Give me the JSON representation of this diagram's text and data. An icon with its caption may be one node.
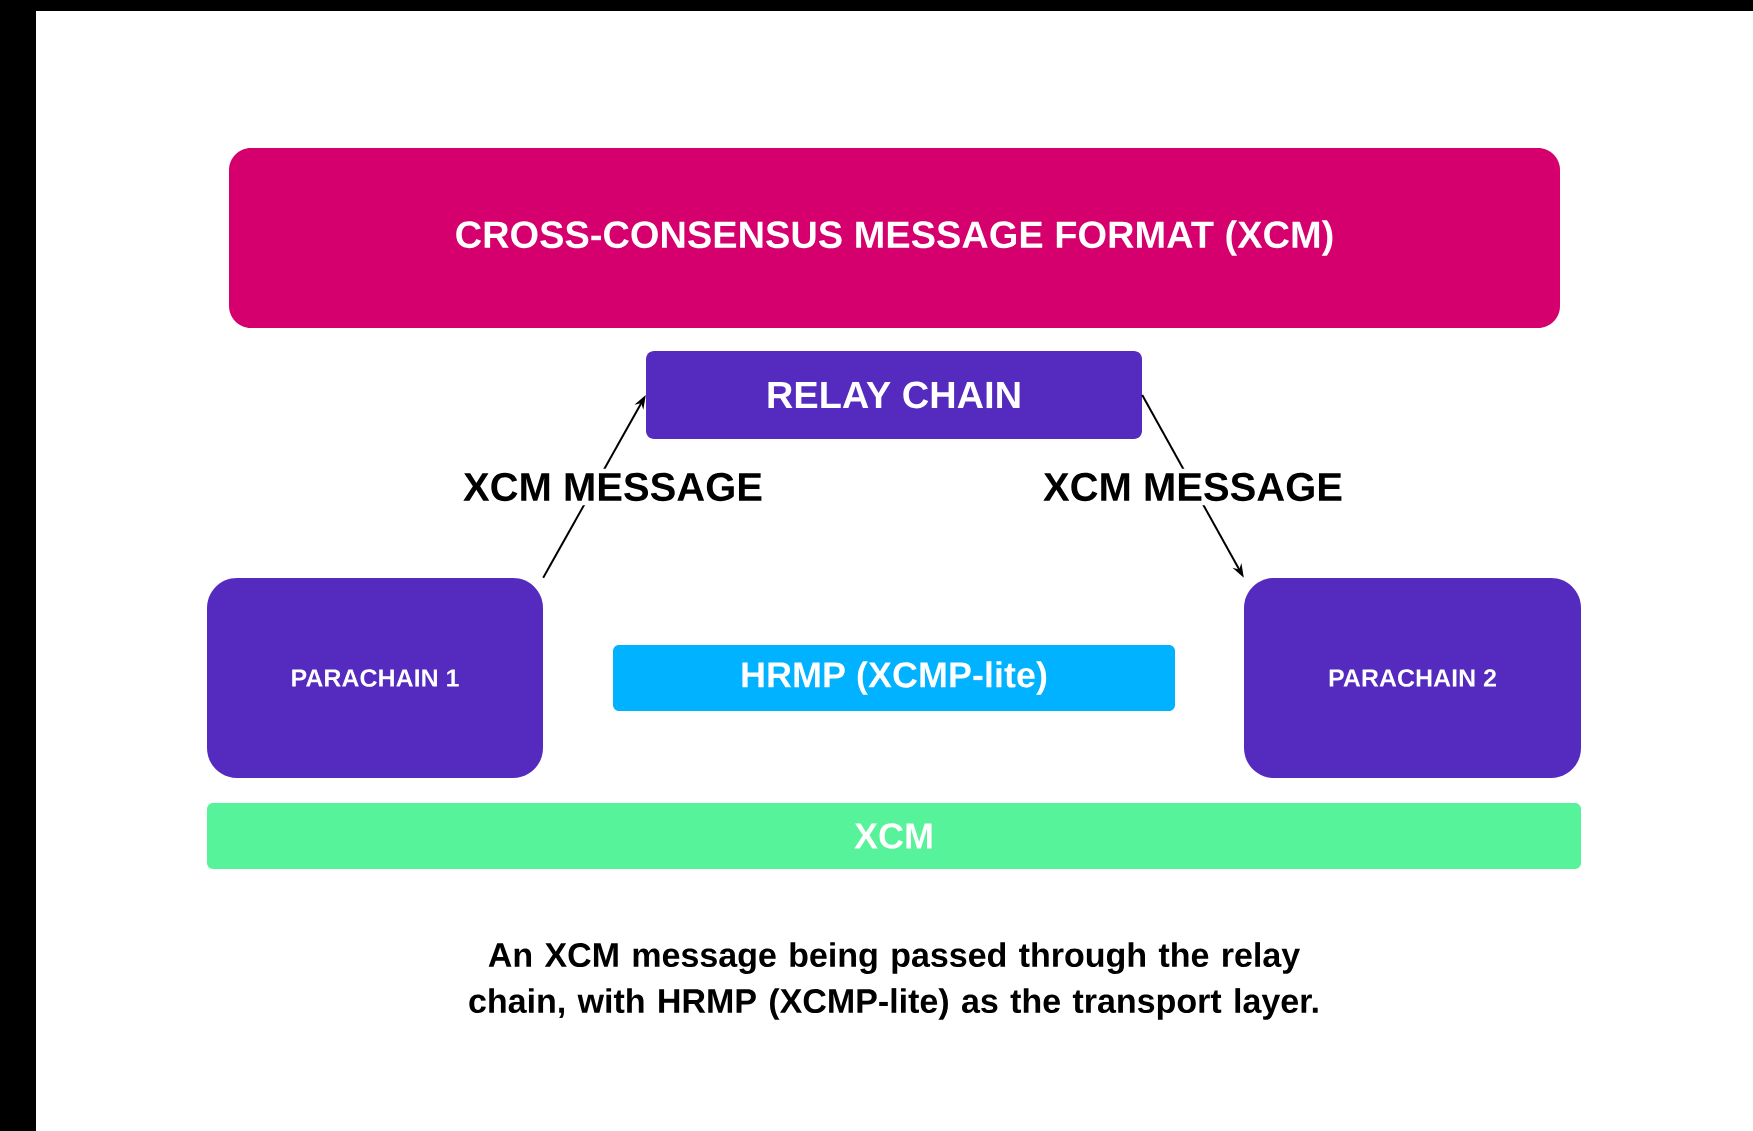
{
  "diagram": {
    "caption": "An XCM message being passed through the relay chain, with HRMP (XCMP-lite) as the transport layer.",
    "nodes": [
      {
        "text": [
          "CROSS-CONSENSUS MESSAGE FORMAT (XCM)"
        ]
      },
      {
        "text": [
          "RELAY CHAIN"
        ]
      },
      {
        "text": [
          "PARACHAIN 1"
        ]
      },
      {
        "text": [
          "HRMP (XCMP-lite)"
        ]
      },
      {
        "text": [
          "PARACHAIN 2"
        ]
      },
      {
        "text": [
          "XCM"
        ]
      }
    ],
    "edges": [
      {
        "from": 2,
        "to": 1,
        "arrow": "to",
        "label": "XCM MESSAGE"
      },
      {
        "from": 1,
        "to": 4,
        "arrow": "to",
        "label": "XCM MESSAGE"
      }
    ]
  }
}
